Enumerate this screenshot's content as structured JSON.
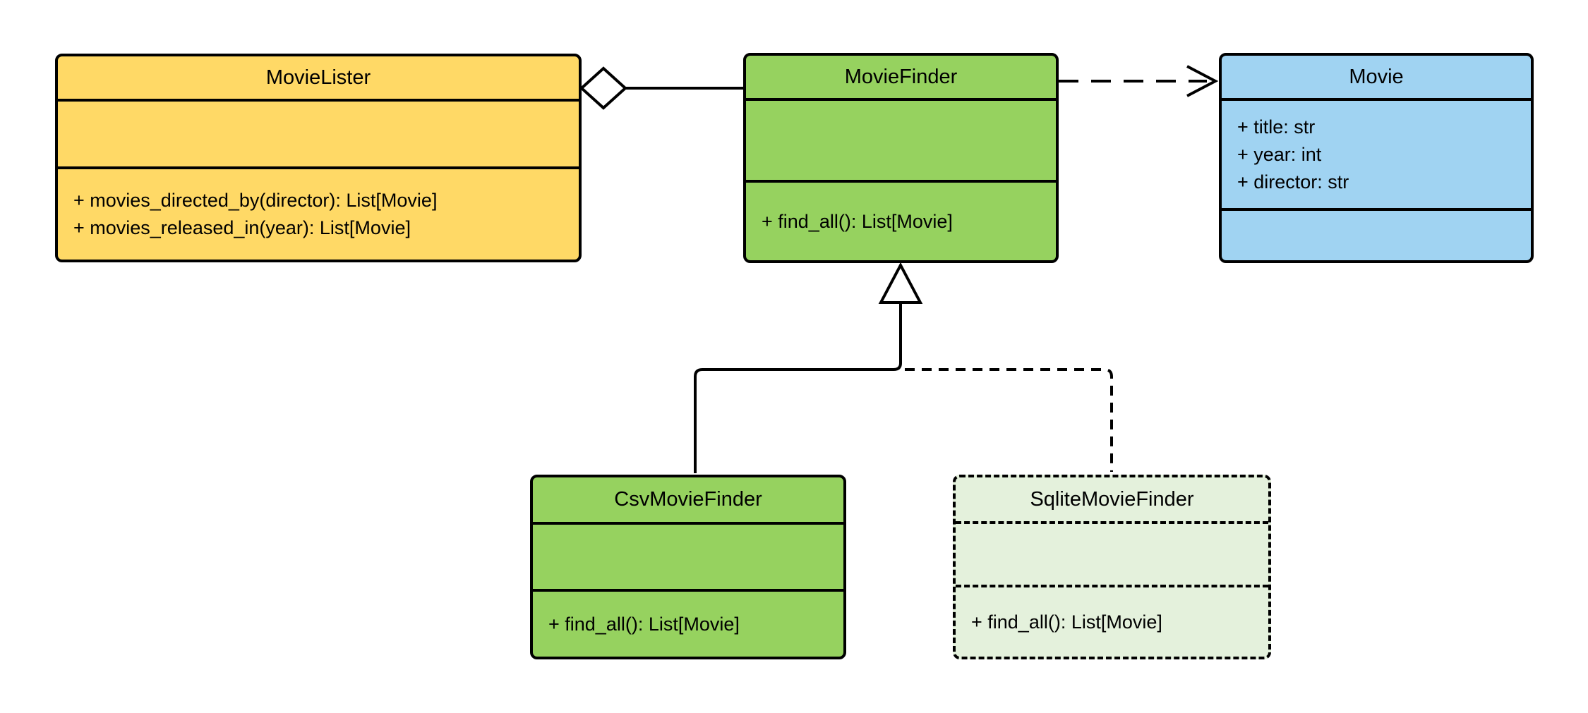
{
  "diagram": {
    "kind": "uml-class-diagram",
    "background_color": "#ffffff",
    "line_color": "#000000",
    "text_color": "#000000",
    "classes": {
      "movie_lister": {
        "name": "MovieLister",
        "fill": "#FFD966",
        "border_style": "solid",
        "attributes": [],
        "methods": [
          "+ movies_directed_by(director): List[Movie]",
          "+ movies_released_in(year): List[Movie]"
        ]
      },
      "movie_finder": {
        "name": "MovieFinder",
        "fill": "#96D25F",
        "border_style": "solid",
        "attributes": [],
        "methods": [
          "+ find_all(): List[Movie]"
        ]
      },
      "movie": {
        "name": "Movie",
        "fill": "#A0D3F2",
        "border_style": "solid",
        "attributes": [
          "+ title: str",
          "+ year: int",
          "+ director: str"
        ],
        "methods": []
      },
      "csv_movie_finder": {
        "name": "CsvMovieFinder",
        "fill": "#96D25F",
        "border_style": "solid",
        "attributes": [],
        "methods": [
          "+ find_all(): List[Movie]"
        ]
      },
      "sqlite_movie_finder": {
        "name": "SqliteMovieFinder",
        "fill": "#E4F1DC",
        "border_style": "dashed",
        "attributes": [],
        "methods": [
          "+ find_all(): List[Movie]"
        ]
      }
    },
    "relationships": [
      {
        "type": "aggregation",
        "from": "MovieLister",
        "to": "MovieFinder",
        "marker": "hollow-diamond",
        "line": "solid"
      },
      {
        "type": "dependency",
        "from": "MovieFinder",
        "to": "Movie",
        "marker": "open-arrow",
        "line": "dashed"
      },
      {
        "type": "generalization",
        "from": "CsvMovieFinder",
        "to": "MovieFinder",
        "marker": "hollow-triangle",
        "line": "solid"
      },
      {
        "type": "generalization",
        "from": "SqliteMovieFinder",
        "to": "MovieFinder",
        "marker": "hollow-triangle",
        "line": "dashed"
      }
    ]
  }
}
